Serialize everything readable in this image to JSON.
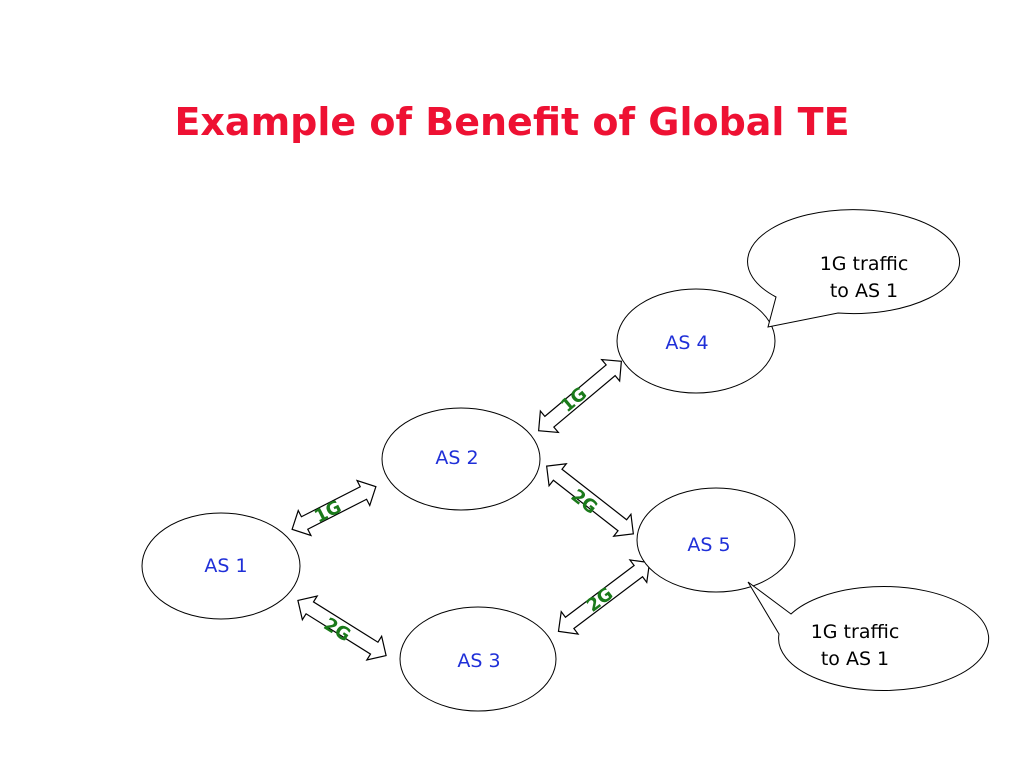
{
  "title": "Example of Benefit of Global TE",
  "colors": {
    "title": "#ee1133",
    "node_text": "#1f2fd8",
    "link_text": "#1a7a1a",
    "outline": "#000000"
  },
  "nodes": {
    "as1": "AS 1",
    "as2": "AS 2",
    "as3": "AS 3",
    "as4": "AS 4",
    "as5": "AS 5"
  },
  "links": {
    "as1_as2": "1G",
    "as1_as3": "2G",
    "as2_as4": "1G",
    "as2_as5": "2G",
    "as3_as5": "2G"
  },
  "callouts": {
    "as4": {
      "line1": "1G traffic",
      "line2": "to AS 1"
    },
    "as5": {
      "line1": "1G traffic",
      "line2": "to AS 1"
    }
  }
}
